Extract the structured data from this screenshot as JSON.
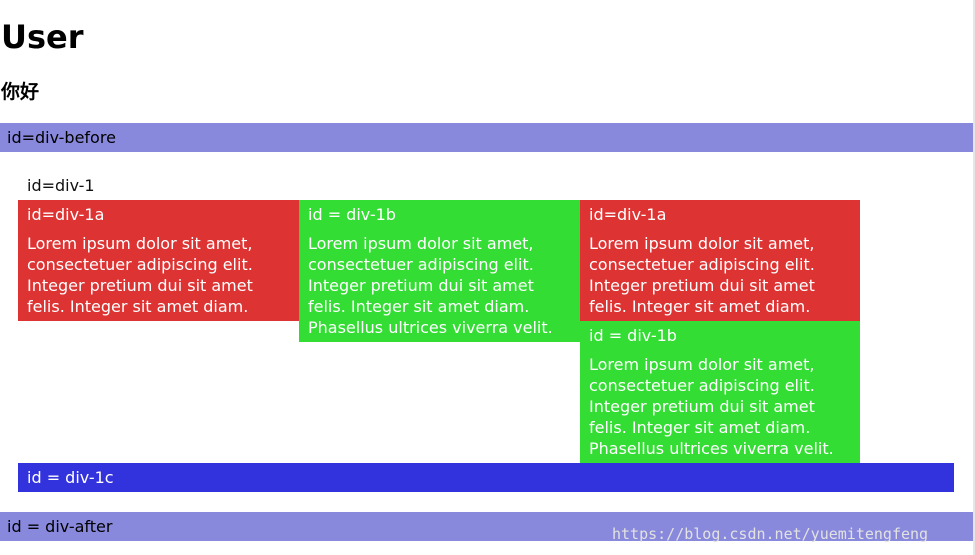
{
  "header": {
    "title": "User",
    "subtitle": "你好"
  },
  "div_before": {
    "label": "id=div-before"
  },
  "div1": {
    "label": "id=div-1"
  },
  "boxes": [
    {
      "heading": "id=div-1a",
      "text": "Lorem ipsum dolor sit amet, consectetuer adipiscing elit. Integer pretium dui sit amet felis. Integer sit amet diam.",
      "color": "#dd3333"
    },
    {
      "heading": "id = div-1b",
      "text": "Lorem ipsum dolor sit amet, consectetuer adipiscing elit. Integer pretium dui sit amet felis. Integer sit amet diam. Phasellus ultrices viverra velit.",
      "color": "#33dd33"
    },
    {
      "heading": "id=div-1a",
      "text": "Lorem ipsum dolor sit amet, consectetuer adipiscing elit. Integer pretium dui sit amet felis. Integer sit amet diam.",
      "color": "#dd3333"
    },
    {
      "heading": "id = div-1b",
      "text": "Lorem ipsum dolor sit amet, consectetuer adipiscing elit. Integer pretium dui sit amet felis. Integer sit amet diam. Phasellus ultrices viverra velit.",
      "color": "#33dd33"
    }
  ],
  "div1c": {
    "label": "id = div-1c",
    "color": "#3333dd"
  },
  "div_after": {
    "label": "id = div-after"
  },
  "bar_color": "#8888dd",
  "watermark": "https://blog.csdn.net/yuemitengfeng"
}
